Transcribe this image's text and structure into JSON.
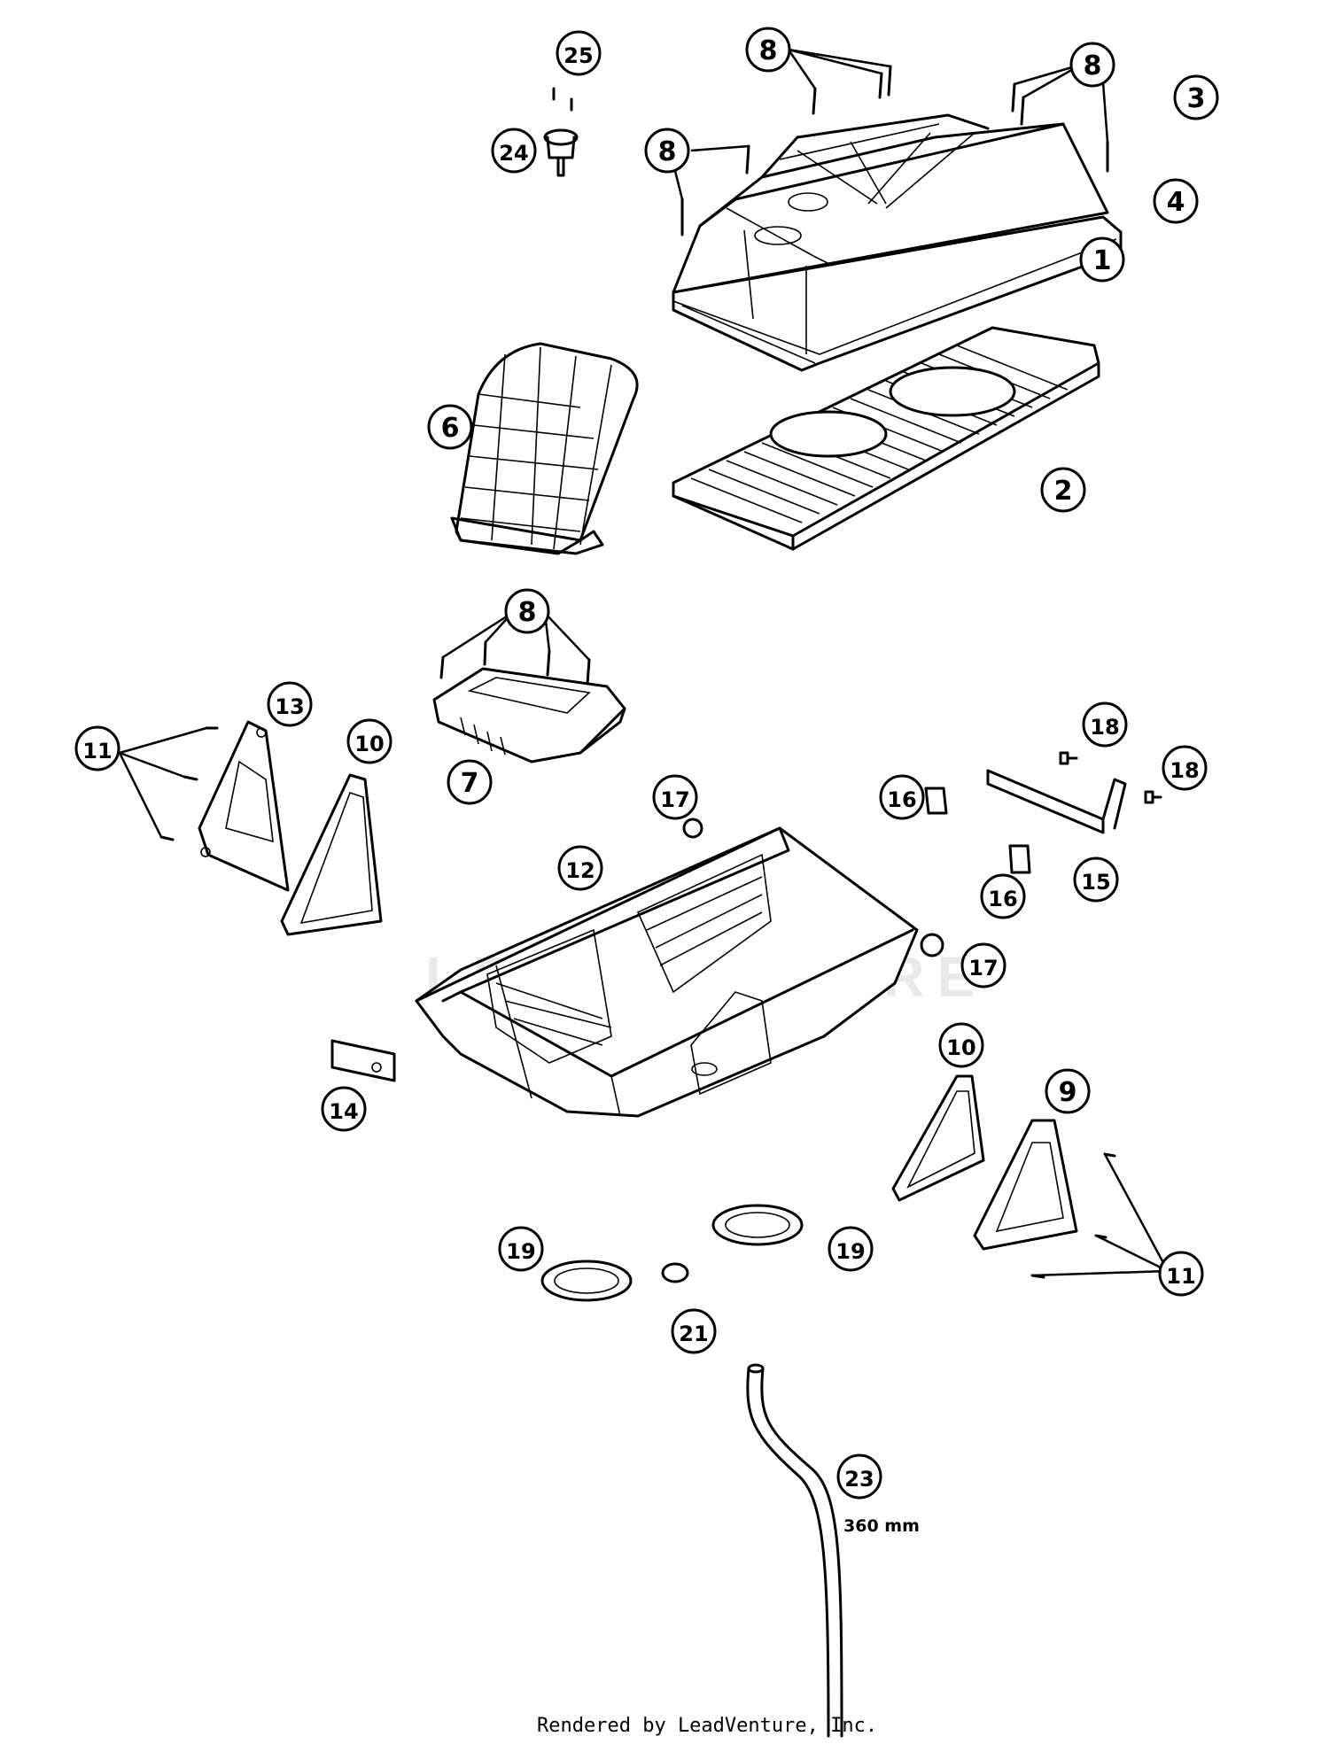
{
  "callouts": [
    {
      "id": "c1",
      "label": "1"
    },
    {
      "id": "c2",
      "label": "2"
    },
    {
      "id": "c3",
      "label": "3"
    },
    {
      "id": "c4",
      "label": "4"
    },
    {
      "id": "c6",
      "label": "6"
    },
    {
      "id": "c7",
      "label": "7"
    },
    {
      "id": "c8a",
      "label": "8"
    },
    {
      "id": "c8b",
      "label": "8"
    },
    {
      "id": "c8c",
      "label": "8"
    },
    {
      "id": "c8d",
      "label": "8"
    },
    {
      "id": "c9",
      "label": "9"
    },
    {
      "id": "c10a",
      "label": "10"
    },
    {
      "id": "c10b",
      "label": "10"
    },
    {
      "id": "c11a",
      "label": "11"
    },
    {
      "id": "c11b",
      "label": "11"
    },
    {
      "id": "c12",
      "label": "12"
    },
    {
      "id": "c13",
      "label": "13"
    },
    {
      "id": "c14",
      "label": "14"
    },
    {
      "id": "c15",
      "label": "15"
    },
    {
      "id": "c16a",
      "label": "16"
    },
    {
      "id": "c16b",
      "label": "16"
    },
    {
      "id": "c17a",
      "label": "17"
    },
    {
      "id": "c17b",
      "label": "17"
    },
    {
      "id": "c18a",
      "label": "18"
    },
    {
      "id": "c18b",
      "label": "18"
    },
    {
      "id": "c19a",
      "label": "19"
    },
    {
      "id": "c19b",
      "label": "19"
    },
    {
      "id": "c21",
      "label": "21"
    },
    {
      "id": "c23",
      "label": "23"
    },
    {
      "id": "c24",
      "label": "24"
    },
    {
      "id": "c25",
      "label": "25"
    }
  ],
  "hose_length_note": "360 mm",
  "footer_text": "Rendered by LeadVenture, Inc.",
  "watermark_text": "LEADVENTURE"
}
